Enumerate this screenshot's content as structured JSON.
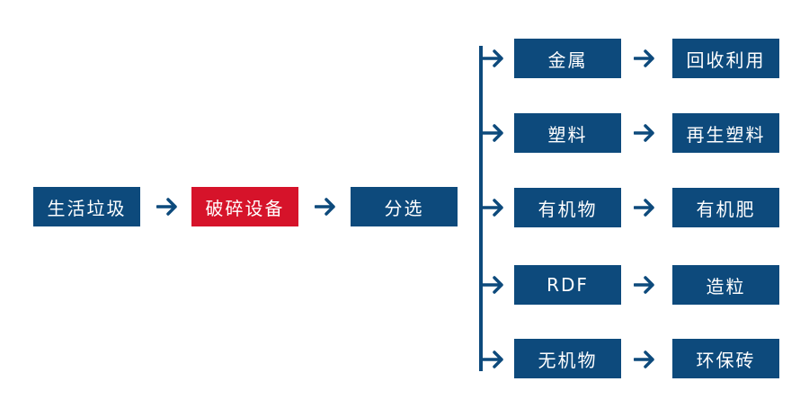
{
  "colors": {
    "primary": "#0d4a7c",
    "highlight": "#d6132a",
    "text": "#ffffff"
  },
  "flow": {
    "input": "生活垃圾",
    "crusher": "破碎设备",
    "sorting": "分选"
  },
  "branches": [
    {
      "material": "金属",
      "product": "回收利用"
    },
    {
      "material": "塑料",
      "product": "再生塑料"
    },
    {
      "material": "有机物",
      "product": "有机肥"
    },
    {
      "material": "RDF",
      "product": "造粒"
    },
    {
      "material": "无机物",
      "product": "环保砖"
    }
  ]
}
